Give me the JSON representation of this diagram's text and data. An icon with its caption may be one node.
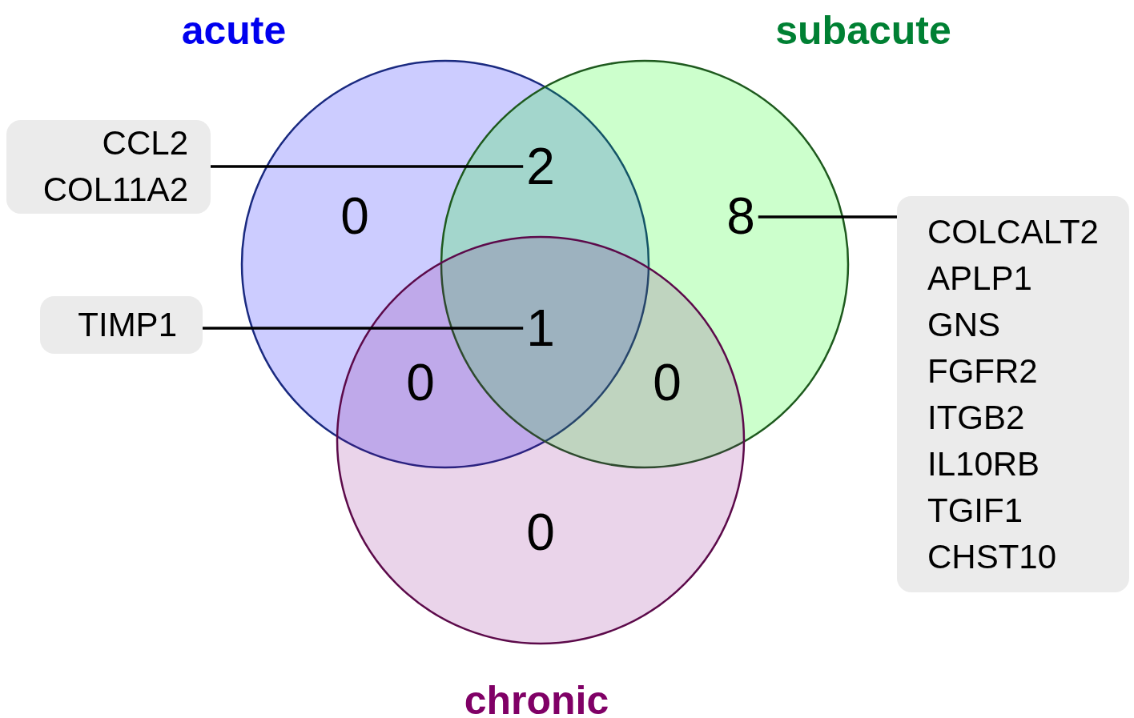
{
  "diagram": {
    "nodes": [
      {
        "text": [
          "acute"
        ]
      },
      {
        "text": [
          "subacute"
        ]
      },
      {
        "text": [
          "chronic"
        ]
      },
      {
        "text": [
          "CCL2",
          "COL11A2"
        ]
      },
      {
        "text": [
          "2"
        ]
      },
      {
        "text": [
          "TIMP1"
        ]
      },
      {
        "text": [
          "1"
        ]
      },
      {
        "text": [
          "8"
        ],
        "in": 1
      },
      {
        "text": [
          "COLCALT2",
          "APLP1",
          "GNS",
          "FGFR2",
          "ITGB2",
          "IL10RB",
          "TGIF1",
          "CHST10"
        ]
      }
    ],
    "edges": [
      {
        "from": 3,
        "to": 4,
        "arrow": "none"
      },
      {
        "from": 5,
        "to": 6,
        "arrow": "none"
      },
      {
        "from": 8,
        "to": 7,
        "arrow": "none"
      }
    ],
    "labels": [
      "0",
      "0",
      "0",
      "0"
    ]
  }
}
